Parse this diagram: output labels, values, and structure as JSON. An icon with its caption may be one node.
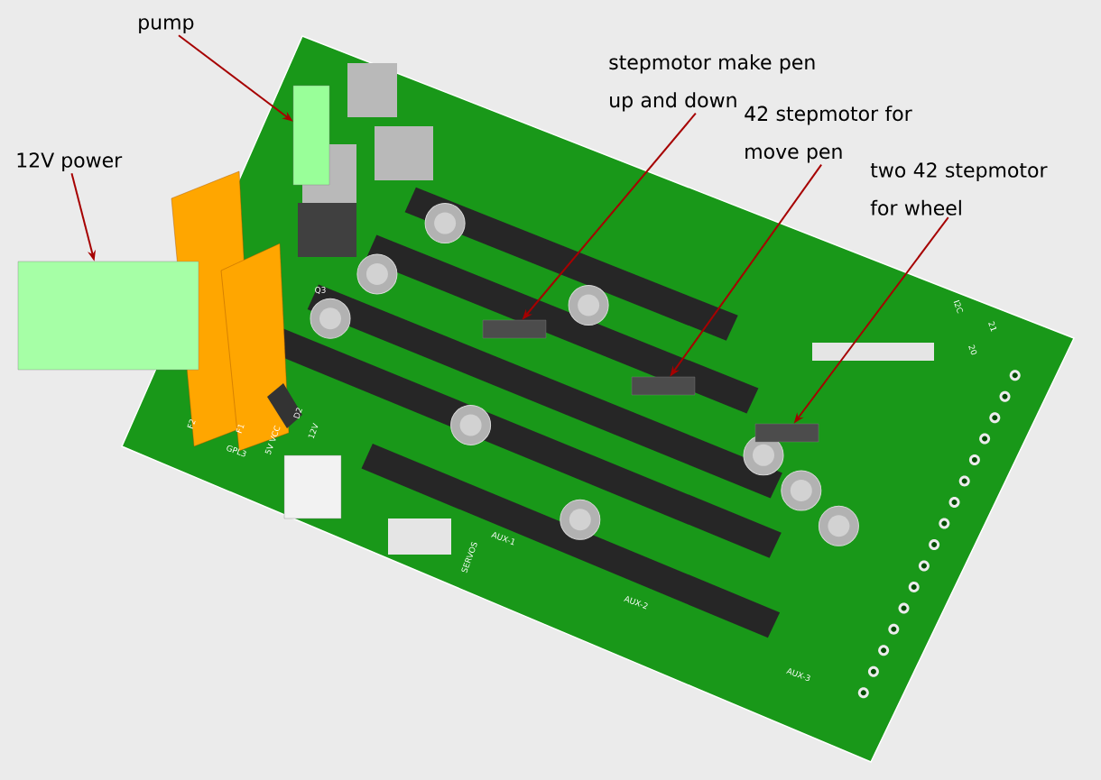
{
  "diagram": {
    "nodes": [
      {
        "text": [
          "pump"
        ]
      },
      {
        "text": [
          "12V power"
        ]
      },
      {
        "text": [
          "stepmotor make pen up and down"
        ]
      },
      {
        "text": [
          "42 stepmotor for move pen"
        ]
      },
      {
        "text": [
          "two 42 stepmotor for wheel"
        ]
      },
      {
        "text": [],
        "shape": "box"
      },
      {
        "text": [],
        "shape": "box"
      },
      {
        "text": [],
        "shape": "box"
      },
      {
        "text": [],
        "shape": "box"
      },
      {
        "text": [],
        "shape": "box"
      }
    ],
    "edges": [
      {
        "from": 0,
        "to": 5,
        "arrow": "to"
      },
      {
        "from": 1,
        "to": 6,
        "arrow": "to"
      },
      {
        "from": 2,
        "to": 7,
        "arrow": "to"
      },
      {
        "from": 3,
        "to": 8,
        "arrow": "to"
      },
      {
        "from": 4,
        "to": 9,
        "arrow": "to"
      }
    ],
    "labels": [
      "Q3",
      "I2C",
      "21",
      "20",
      "D2",
      "12V",
      "F2",
      "F1",
      "5V VCC",
      "GPL3",
      "AUX-1",
      "SERVOS",
      "AUX-2",
      "AUX-3"
    ]
  }
}
